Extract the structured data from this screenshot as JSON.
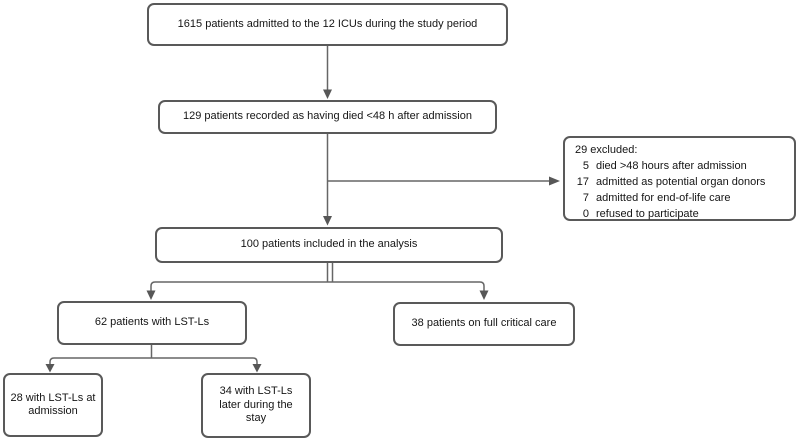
{
  "flowchart": {
    "nodes": {
      "admitted": {
        "text": "1615 patients admitted to the 12 ICUs during the study period"
      },
      "died48": {
        "text": "129 patients recorded as having died <48 h after admission"
      },
      "included": {
        "text": "100 patients included in the analysis"
      },
      "lstls": {
        "text": "62 patients with LST-Ls"
      },
      "fullcare": {
        "text": "38 patients on full critical care"
      },
      "lstls_admission": {
        "text": "28 with LST-Ls at admission"
      },
      "lstls_later": {
        "text": "34 with LST-Ls later during the stay"
      }
    },
    "excluded": {
      "title": "29 excluded:",
      "items": [
        {
          "count": "5",
          "reason": "died >48 hours after admission"
        },
        {
          "count": "17",
          "reason": "admitted as potential organ donors"
        },
        {
          "count": "7",
          "reason": "admitted for end-of-life care"
        },
        {
          "count": "0",
          "reason": "refused to participate"
        }
      ]
    },
    "colors": {
      "background": "#ffffff",
      "box_border": "#595959",
      "connector": "#666666",
      "arrowhead": "#575757",
      "text": "#151515"
    }
  }
}
